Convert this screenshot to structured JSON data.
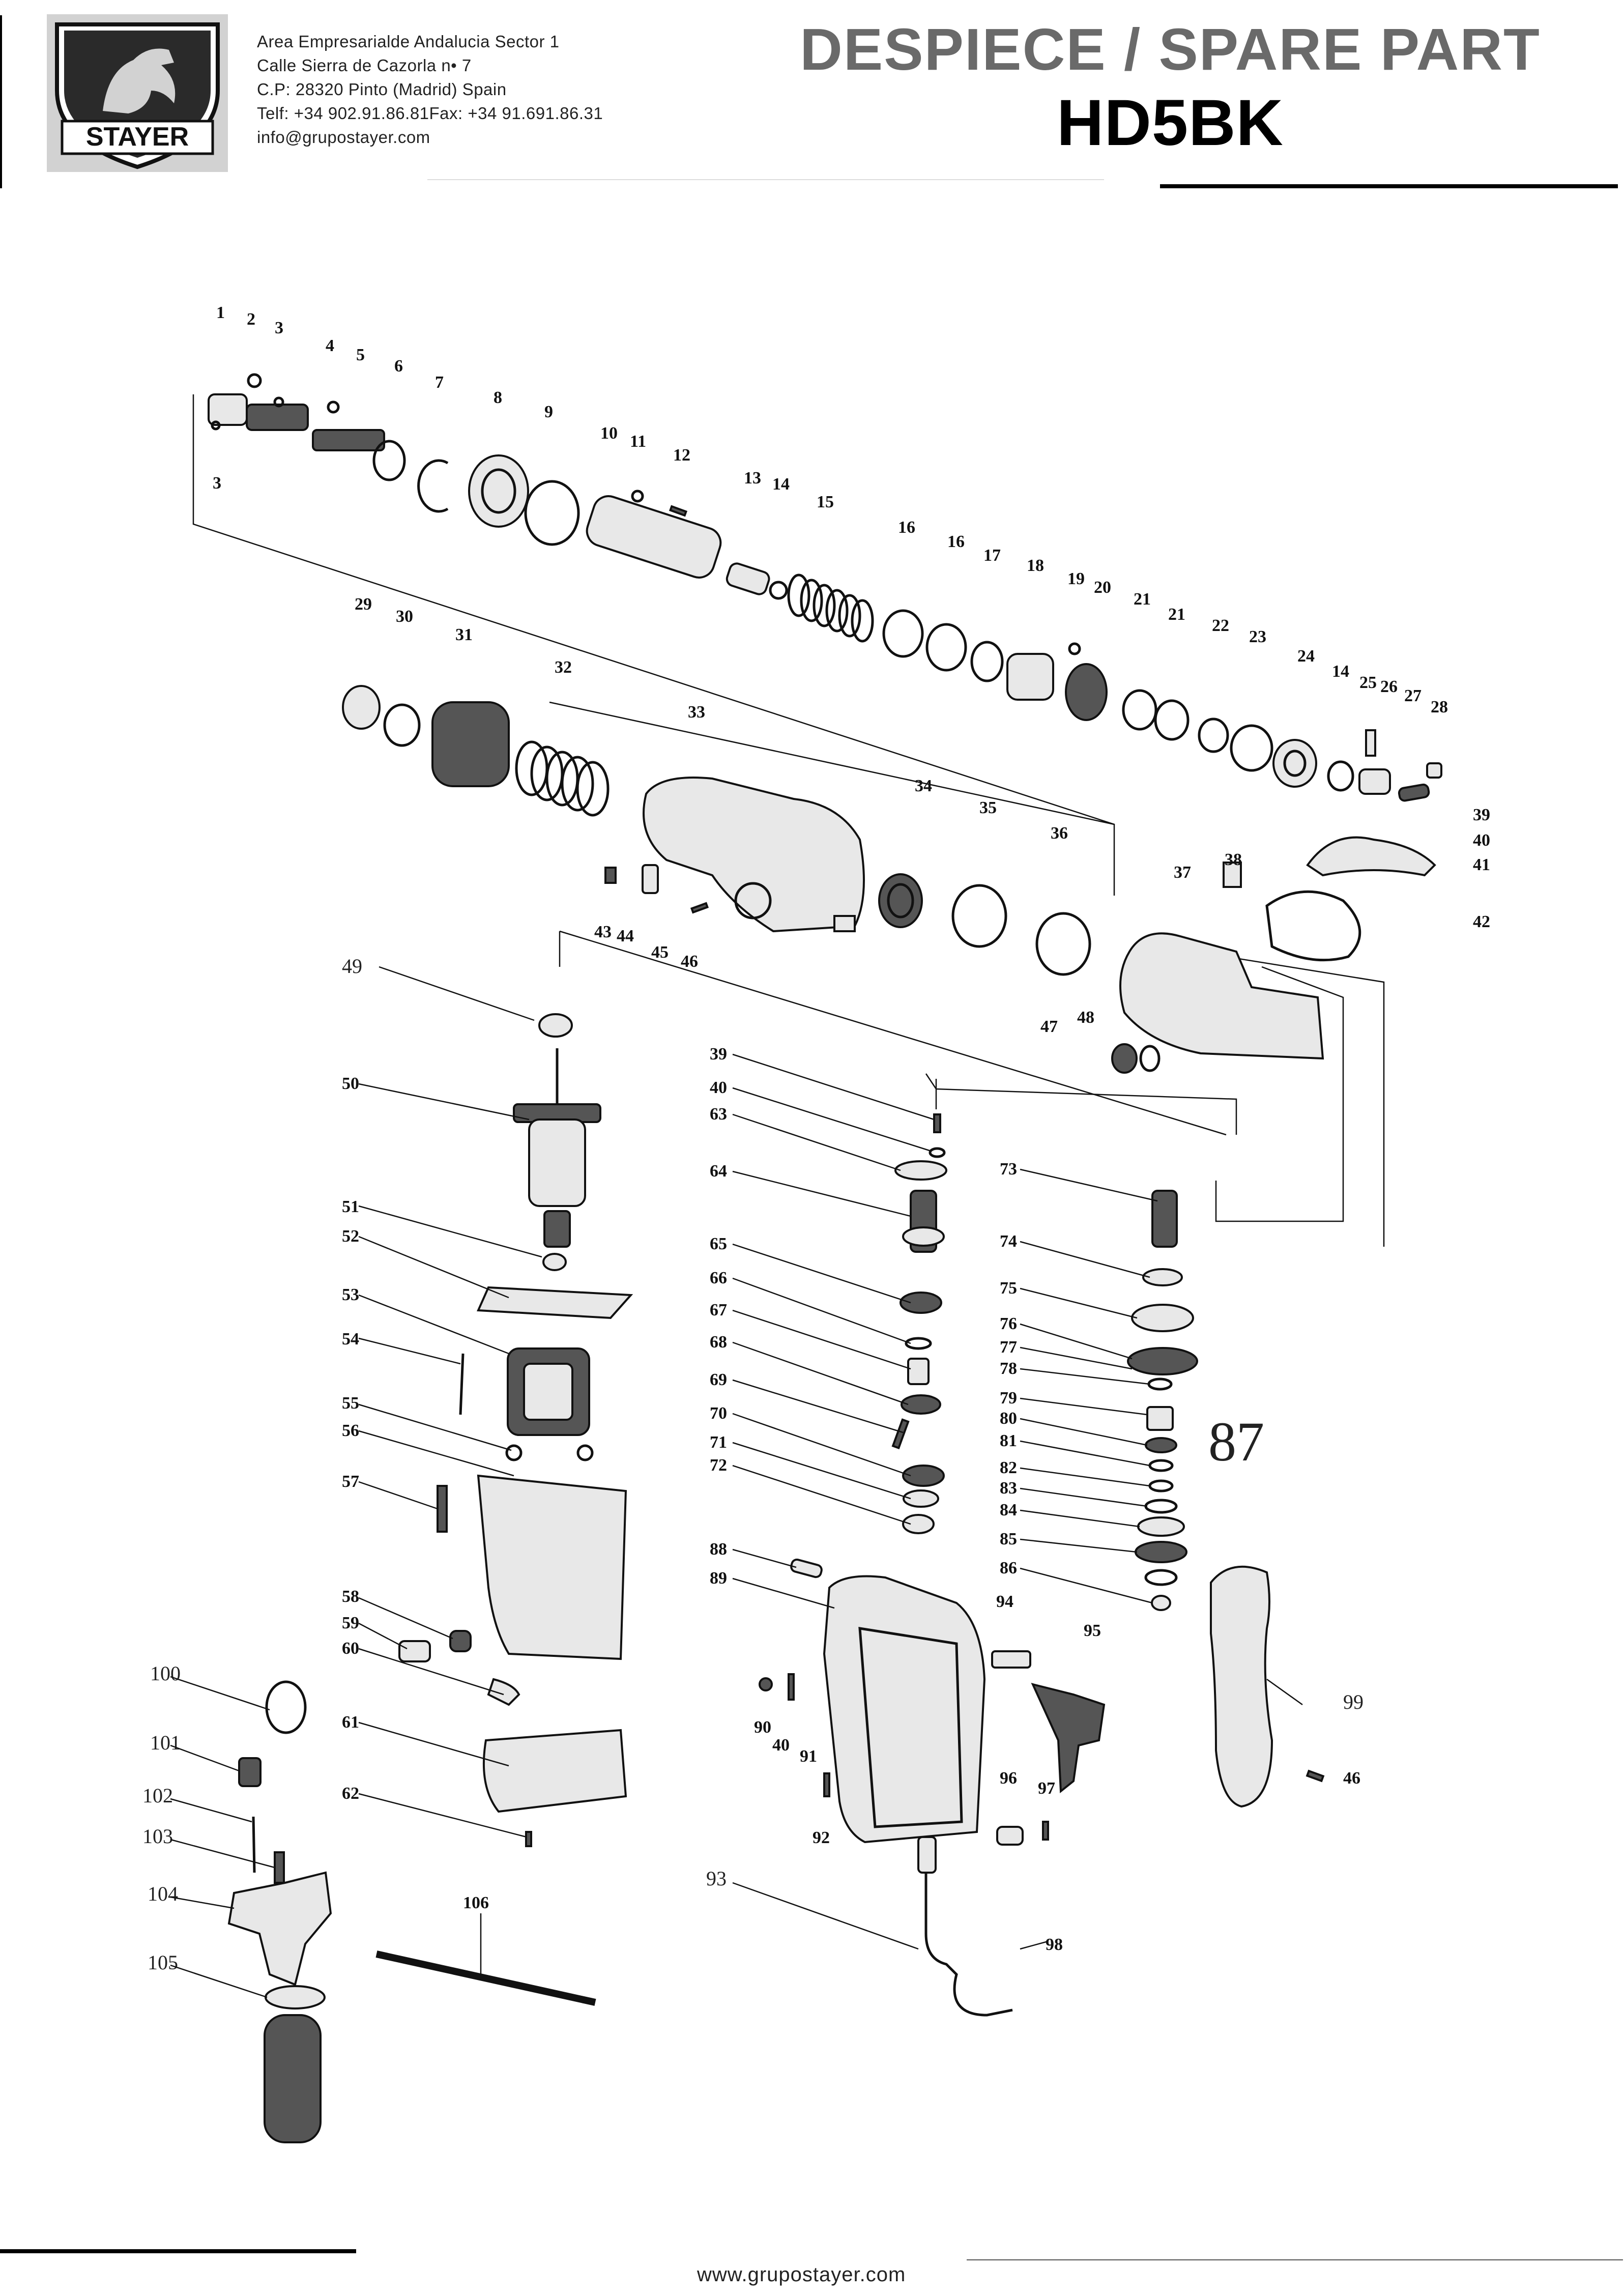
{
  "header": {
    "logo_text": "STAYER",
    "company_lines": [
      "Area Empresarialde Andalucia Sector 1",
      "Calle Sierra  de Cazorla n• 7",
      "C.P: 28320 Pinto (Madrid) Spain",
      "Telf: +34 902.91.86.81Fax: +34 91.691.86.31",
      "info@grupostayer.com"
    ],
    "title": "DESPIECE / SPARE  PART",
    "model": "HD5BK"
  },
  "footer": {
    "url": "www.grupostayer.com"
  },
  "part_numbers": {
    "row1": [
      "1",
      "2",
      "3",
      "3",
      "4",
      "5",
      "6",
      "7",
      "8",
      "9",
      "10",
      "11",
      "12",
      "13",
      "14",
      "15",
      "16",
      "16",
      "17",
      "18",
      "19",
      "20",
      "21",
      "21",
      "22",
      "23",
      "24",
      "14",
      "25",
      "26",
      "27",
      "28"
    ],
    "row2": [
      "29",
      "30",
      "31",
      "32",
      "33",
      "34",
      "35",
      "36",
      "37",
      "38",
      "39",
      "40",
      "41",
      "42",
      "43",
      "44",
      "45",
      "46",
      "47",
      "48"
    ],
    "motor": [
      "49",
      "50",
      "51",
      "52",
      "53",
      "54",
      "55",
      "56",
      "57",
      "58",
      "59",
      "60",
      "61",
      "62"
    ],
    "gear": [
      "39",
      "40",
      "63",
      "64",
      "65",
      "66",
      "67",
      "68",
      "69",
      "70",
      "71",
      "72",
      "88",
      "89",
      "90",
      "40",
      "91",
      "92",
      "93"
    ],
    "switch": [
      "73",
      "74",
      "75",
      "76",
      "77",
      "78",
      "79",
      "80",
      "81",
      "82",
      "83",
      "84",
      "85",
      "86",
      "87"
    ],
    "handle": [
      "94",
      "95",
      "96",
      "97",
      "98",
      "99",
      "46"
    ],
    "aux": [
      "100",
      "101",
      "102",
      "103",
      "104",
      "105",
      "106"
    ]
  }
}
